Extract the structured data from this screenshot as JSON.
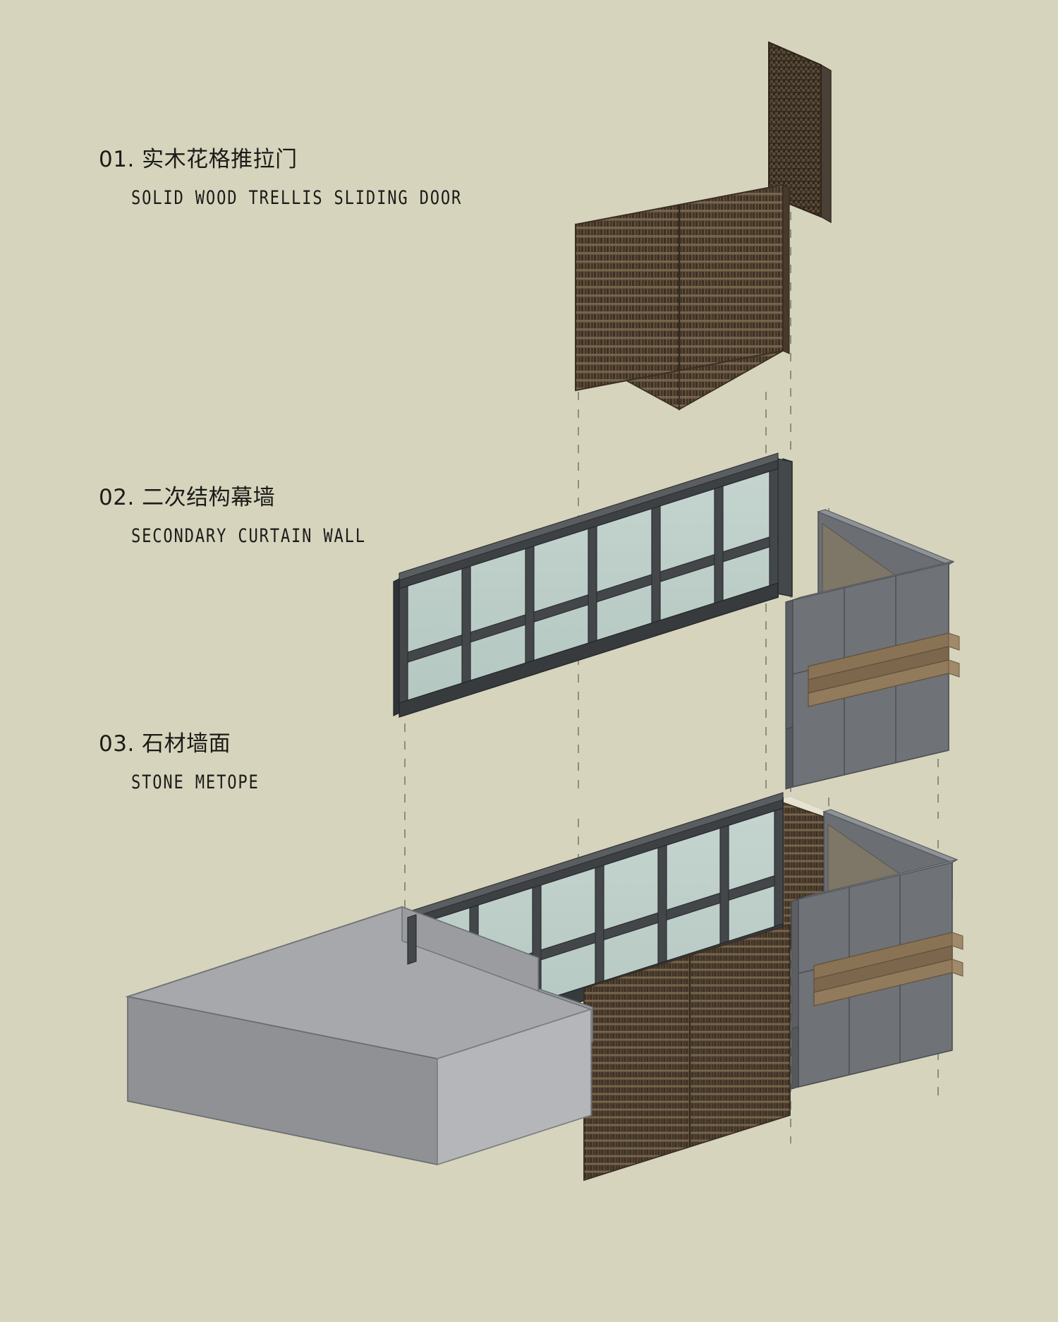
{
  "page": {
    "background_color": "#d6d4bd",
    "title": "Facade Exploded Axonometric"
  },
  "legend": {
    "items": [
      {
        "number": "01.",
        "label_cn": "实木花格推拉门",
        "label_en": "SOLID WOOD TRELLIS SLIDING DOOR"
      },
      {
        "number": "02.",
        "label_cn": "二次结构幕墙",
        "label_en": "SECONDARY CURTAIN WALL"
      },
      {
        "number": "03.",
        "label_cn": "石材墙面",
        "label_en": "STONE METOPE"
      }
    ]
  },
  "palette": {
    "background": "#d6d4bd",
    "trellis_wood_dark": "#4a3c2c",
    "trellis_wood_mid": "#6d5b44",
    "trellis_wood_light": "#8a7a60",
    "trellis_edge": "#3b3025",
    "mullion_dark": "#3a3d3f",
    "mullion_mid": "#4c5053",
    "mullion_light": "#5d6164",
    "glass": "#b9cbc6",
    "glass_alt": "#c3d2cd",
    "stone_gray": "#6f7276",
    "stone_gray_light": "#83868a",
    "stone_gray_dark": "#5a5d61",
    "stone_top": "#8d9094",
    "wood_louver": "#8a7355",
    "wood_louver_light": "#9c8463",
    "wood_louver_dark": "#6f5c43",
    "mass_top": "#a5a7aa",
    "mass_left": "#8e9194",
    "mass_front": "#b3b5b8",
    "floor_plane": "#e3e1ce",
    "guide_line": "#8d8d80",
    "outline": "#2b2b28"
  },
  "components": [
    {
      "id": "sliding-door-leaf",
      "name": "Solid wood trellis sliding door leaf",
      "legend_ref": "01",
      "material": "trellis_wood"
    },
    {
      "id": "trellis-door-pair",
      "name": "Solid wood trellis sliding door pair",
      "legend_ref": "01",
      "material": "trellis_wood"
    },
    {
      "id": "curtain-wall-exploded",
      "name": "Secondary curtain wall assembly",
      "legend_ref": "02",
      "bays": 6,
      "rows": 2
    },
    {
      "id": "stone-metope-exploded",
      "name": "Stone metope wall module",
      "legend_ref": "03",
      "panels": 6,
      "louver_bands": 2
    },
    {
      "id": "assembled-building",
      "name": "Assembled building massing",
      "legend_ref": "03"
    }
  ],
  "guides": {
    "style": "dashed",
    "color": "#8d8d80",
    "count": 7
  }
}
